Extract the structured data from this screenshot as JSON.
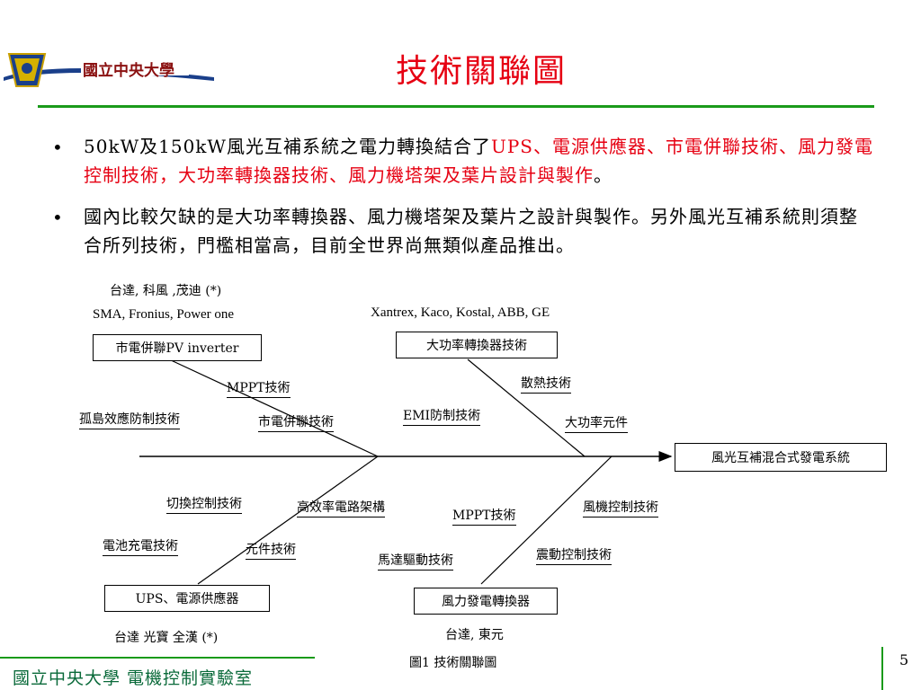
{
  "header": {
    "title": "技術關聯圖",
    "logo_text": "國立中央大學"
  },
  "bullets": [
    {
      "parts": [
        {
          "text": "50kW及150kW風光互補系統之電力轉換結合了",
          "color": "black"
        },
        {
          "text": "UPS、電源供應器、市電併聯技術、風力發電控制技術，大功率轉換器技術、風力機塔架及葉片設計與製作",
          "color": "red"
        },
        {
          "text": "。",
          "color": "black"
        }
      ]
    },
    {
      "parts": [
        {
          "text": "國內比較欠缺的是大功率轉換器、風力機塔架及葉片之設計與製作。另外風光互補系統則須整合所列技術，門檻相當高，目前全世界尚無類似產品推出。",
          "color": "black"
        }
      ]
    }
  ],
  "diagram": {
    "boxes": {
      "pv_inverter": "市電併聯PV inverter",
      "high_power_converter": "大功率轉換器技術",
      "hybrid_system": "風光互補混合式發電系統",
      "ups": "UPS、電源供應器",
      "wind_converter": "風力發電轉換器"
    },
    "companies": {
      "pv_local": "台達, 科風 ,茂迪 (*)",
      "pv_foreign": "SMA, Fronius, Power one",
      "converter_foreign": "Xantrex, Kaco, Kostal, ABB, GE",
      "ups_local": "台達 光寶 全漢 (*)",
      "wind_local": "台達, 東元"
    },
    "techniques": {
      "mppt_top": "MPPT技術",
      "islanding": "孤島效應防制技術",
      "grid_tie": "市電併聯技術",
      "emi": "EMI防制技術",
      "heat": "散熱技術",
      "power_components": "大功率元件",
      "switching": "切換控制技術",
      "high_eff_circuit": "高效率電路架構",
      "battery_charging": "電池充電技術",
      "component_tech": "元件技術",
      "mppt_bottom": "MPPT技術",
      "turbine_control": "風機控制技術",
      "motor_drive": "馬達驅動技術",
      "vibration": "震動控制技術"
    },
    "caption": "圖1 技術關聯圖"
  },
  "footer": {
    "lab": "國立中央大學 電機控制實驗室",
    "page_number": "5"
  },
  "colors": {
    "title_red": "#e60012",
    "rule_green": "#1a9a1a",
    "footer_green": "#0a6a3a"
  }
}
